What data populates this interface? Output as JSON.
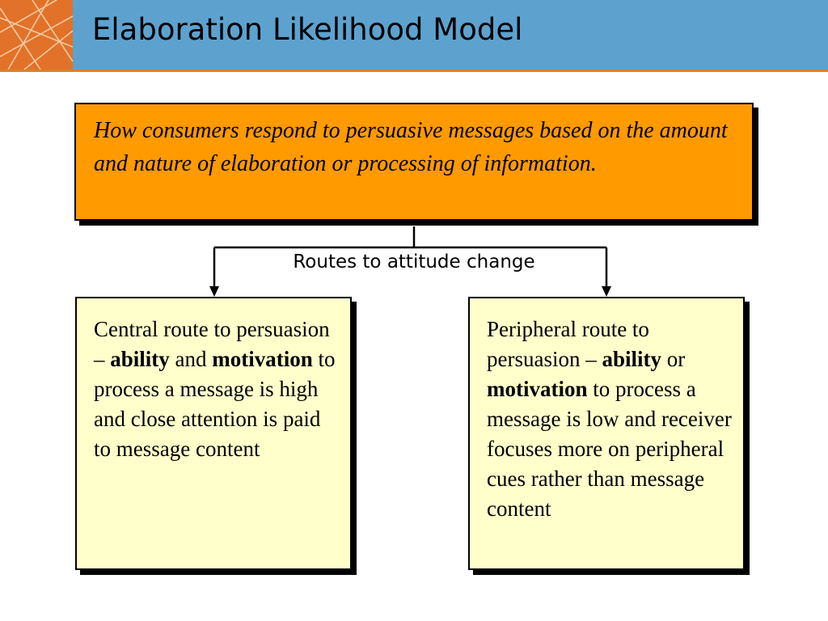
{
  "header": {
    "title": "Elaboration Likelihood Model",
    "accent_color": "#5da2cf",
    "logo_color": "#e2722a",
    "rule_color": "#d9822b"
  },
  "definition": {
    "text": "How consumers respond to persuasive messages based on the amount and nature of elaboration or processing of information.",
    "fill_color": "#ff9a00"
  },
  "connector": {
    "label": "Routes to attitude change"
  },
  "central_route": {
    "lead": "Central route to persuasion – ",
    "kw1": "ability",
    "joiner": " and ",
    "kw2": "motivation",
    "tail": " to process a message is high and close attention is paid to message content",
    "fill_color": "#ffffcc"
  },
  "peripheral_route": {
    "lead": "Peripheral route to persuasion – ",
    "kw1": "ability",
    "joiner": " or ",
    "kw2": "motivation",
    "tail": " to process a message is low and receiver focuses more on peripheral cues rather than message content",
    "fill_color": "#ffffcc"
  }
}
